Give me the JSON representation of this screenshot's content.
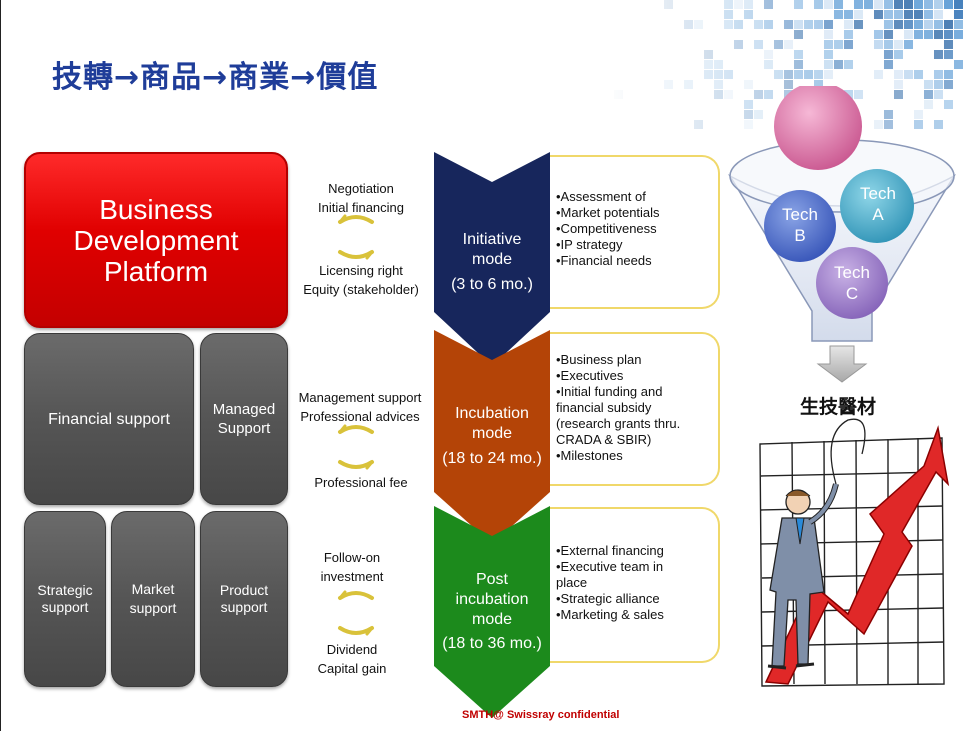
{
  "title": "技轉→商品→商業→價值",
  "platform": {
    "main": "Business Development Platform",
    "financial": "Financial support",
    "managed": [
      "Managed",
      "Support"
    ],
    "strategic": [
      "Strategic",
      "support"
    ],
    "market": [
      "Market",
      "support"
    ],
    "product": [
      "Product",
      "support"
    ]
  },
  "flows": [
    {
      "top": [
        "Negotiation",
        "Initial financing"
      ],
      "bottom": [
        "Licensing right",
        "Equity (stakeholder)"
      ]
    },
    {
      "top": [
        "Management support",
        "Professional advices"
      ],
      "bottom": [
        "Professional fee"
      ]
    },
    {
      "top": [
        "Follow-on",
        "investment"
      ],
      "bottom": [
        "Dividend",
        "Capital gain"
      ]
    }
  ],
  "modes": [
    {
      "name": [
        "Initiative",
        "mode"
      ],
      "duration": "(3 to 6 mo.)",
      "color": "#17265c",
      "items": [
        "•Assessment of",
        " •Market potentials",
        " •Competitiveness",
        " •IP strategy",
        " •Financial needs"
      ]
    },
    {
      "name": [
        "Incubation",
        "mode"
      ],
      "duration": "(18 to 24 mo.)",
      "color": "#b44407",
      "items": [
        "•Business plan",
        "•Executives",
        "•Initial funding and",
        " financial subsidy",
        " (research grants thru.",
        " CRADA & SBIR)",
        "•Milestones"
      ]
    },
    {
      "name": [
        "Post",
        "incubation",
        "mode"
      ],
      "duration": "(18 to 36 mo.)",
      "color": "#1c8a1c",
      "items": [
        "•External financing",
        "•Executive team in",
        " place",
        "•Strategic alliance",
        "•Marketing & sales"
      ]
    }
  ],
  "funnel": {
    "tech_a": [
      "Tech",
      "A"
    ],
    "tech_b": [
      "Tech",
      "B"
    ],
    "tech_c": [
      "Tech",
      "C"
    ],
    "output_label": "生技醫材"
  },
  "footer": "SMTH@ Swissray confidential",
  "colors": {
    "title": "#1f3d99",
    "platform_red": "#e00000",
    "grey": "#555555",
    "box_border": "#f0d86a"
  }
}
